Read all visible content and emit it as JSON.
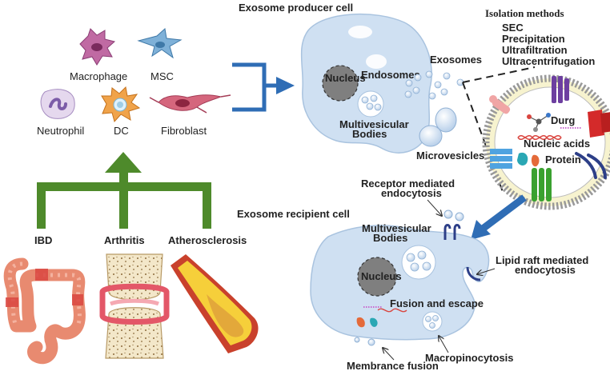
{
  "titles": {
    "producer": "Exosome producer cell",
    "recipient": "Exosome recipient cell",
    "isolation": "Isolation methods"
  },
  "isolation_methods": [
    "SEC",
    "Precipitation",
    "Ultrafiltration",
    "Ultracentrifugation"
  ],
  "source_cells": {
    "macrophage": "Macrophage",
    "msc": "MSC",
    "neutrophil": "Neutrophil",
    "dc": "DC",
    "fibroblast": "Fibroblast"
  },
  "diseases": {
    "ibd": "IBD",
    "arthritis": "Arthritis",
    "atherosclerosis": "Atherosclerosis"
  },
  "producer_labels": {
    "nucleus": "Nucleus",
    "endosomes": "Endosomes",
    "mvb_line1": "Multivesicular",
    "mvb_line2": "Bodies",
    "exosomes": "Exosomes",
    "microvesicles": "Microvesicles"
  },
  "cargo_labels": {
    "drug": "Durg",
    "nucleic_acids": "Nucleic acids",
    "protein": "Protein"
  },
  "recipient_labels": {
    "receptor_line1": "Receptor mediated",
    "receptor_line2": "endocytosis",
    "mvb_line1": "Multivesicular",
    "mvb_line2": "Bodies",
    "nucleus": "Nucleus",
    "fusion_escape": "Fusion and escape",
    "lipid_line1": "Lipid raft mediated",
    "lipid_line2": "endocytosis",
    "macropinocytosis": "Macropinocytosis",
    "membrane_fusion": "Membrance fusion"
  },
  "colors": {
    "cell_fill": "#cfe0f2",
    "cell_stroke": "#a9c3df",
    "arrow_blue": "#2f6db5",
    "arrow_green": "#4e8a2b"
  }
}
